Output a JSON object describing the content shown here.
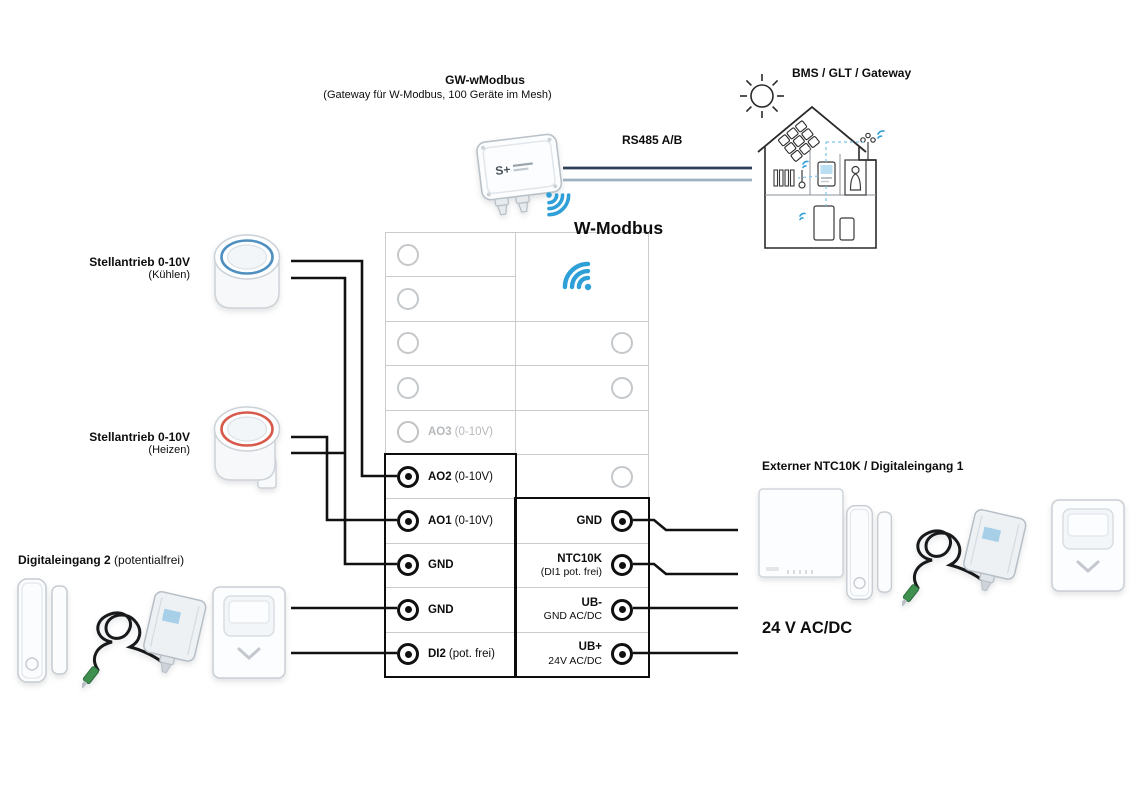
{
  "header": {
    "gateway_name": "GW-wModbus",
    "gateway_subtitle": "(Gateway für W-Modbus, 100 Geräte im Mesh)",
    "gateway_logo": "S+",
    "rs485_label": "RS485 A/B",
    "bms_label": "BMS / GLT / Gateway",
    "wmodbus_label": "W-Modbus"
  },
  "left_labels": {
    "actuator_cooling": {
      "title": "Stellantrieb 0-10V",
      "subtitle": "(Kühlen)"
    },
    "actuator_heating": {
      "title": "Stellantrieb 0-10V",
      "subtitle": "(Heizen)"
    },
    "digital_input2": {
      "title": "Digitaleingang 2",
      "subtitle": "(potentialfrei)"
    }
  },
  "right_labels": {
    "external_input": "Externer NTC10K / Digitaleingang 1",
    "power": "24 V AC/DC"
  },
  "terminal_block": {
    "left_column": [
      {
        "name": "AO3",
        "detail": "(0-10V)"
      },
      {
        "name": "AO2",
        "detail": "(0-10V)"
      },
      {
        "name": "AO1",
        "detail": "(0-10V)"
      },
      {
        "name": "GND",
        "detail": ""
      },
      {
        "name": "GND",
        "detail": ""
      },
      {
        "name": "DI2",
        "detail": "(pot. frei)"
      }
    ],
    "right_column": [
      {
        "line1": "GND",
        "line2": ""
      },
      {
        "line1": "NTC10K",
        "line2": "(DI1 pot. frei)"
      },
      {
        "line1": "UB-",
        "line2": "GND AC/DC"
      },
      {
        "line1": "UB+",
        "line2": "24V AC/DC"
      }
    ]
  },
  "icons": {
    "wireless": "wifi-icon",
    "sun": "sun-icon",
    "building": "bms-building-icon"
  },
  "colors": {
    "wifi_blue": "#2f9fd8",
    "rs485_dark": "#2e4057",
    "rs485_light": "#9fb0c0",
    "wire_black": "#111111",
    "cooling_ring": "#4f8fc0",
    "heating_ring": "#d85a4a"
  }
}
